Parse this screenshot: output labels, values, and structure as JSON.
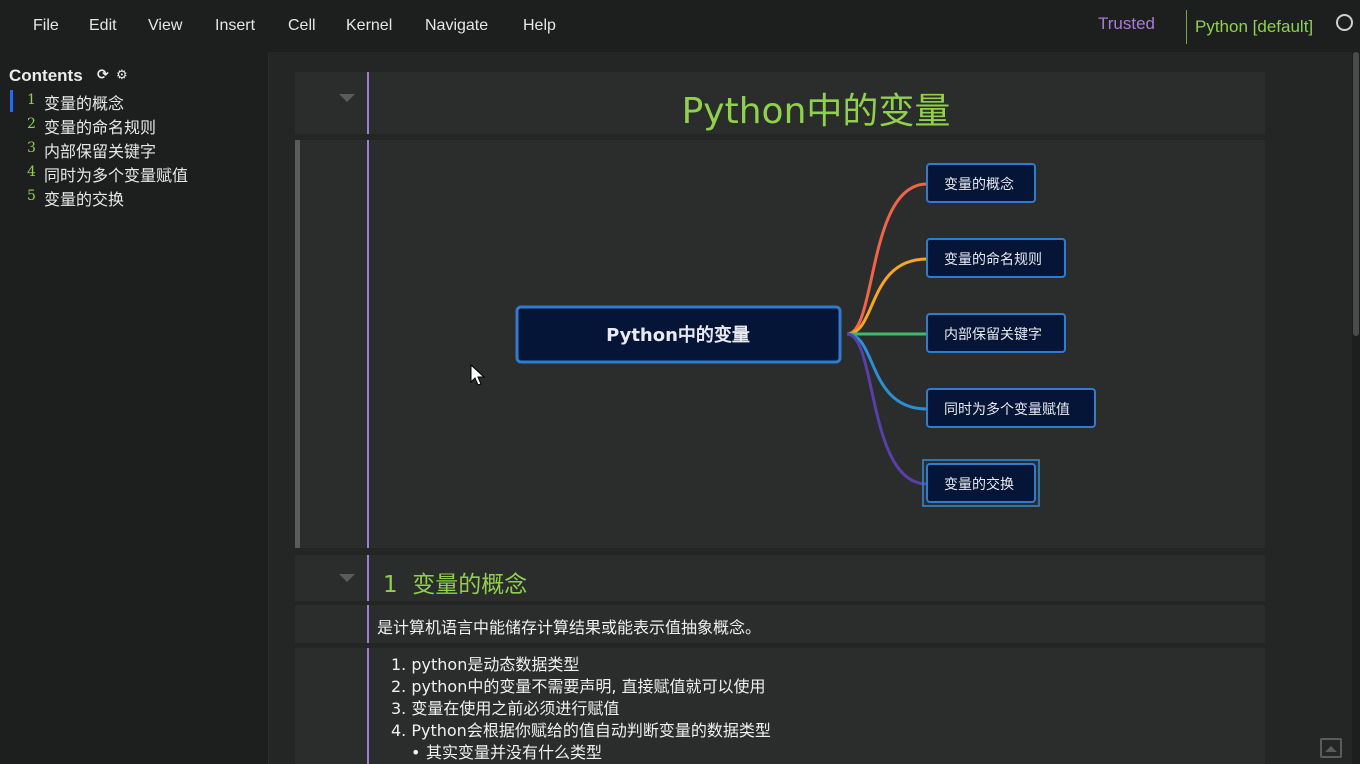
{
  "menubar": {
    "items": [
      "File",
      "Edit",
      "View",
      "Insert",
      "Cell",
      "Kernel",
      "Navigate",
      "Help"
    ],
    "trusted": "Trusted",
    "kernel": "Python [default]"
  },
  "toc": {
    "title": "Contents",
    "items": [
      {
        "num": "1",
        "label": "变量的概念"
      },
      {
        "num": "2",
        "label": "变量的命名规则"
      },
      {
        "num": "3",
        "label": "内部保留关键字"
      },
      {
        "num": "4",
        "label": "同时为多个变量赋值"
      },
      {
        "num": "5",
        "label": "变量的交换"
      }
    ]
  },
  "notebook": {
    "title": "Python中的变量",
    "mindmap": {
      "root": "Python中的变量",
      "children": [
        "变量的概念",
        "变量的命名规则",
        "内部保留关键字",
        "同时为多个变量赋值",
        "变量的交换"
      ],
      "colors": [
        "#f0644a",
        "#f5a623",
        "#3dbb6a",
        "#2b8fd6",
        "#5b3fa8"
      ]
    },
    "h1": {
      "num": "1",
      "text": "变量的概念"
    },
    "paragraph": "是计算机语言中能储存计算结果或能表示值抽象概念。",
    "list": [
      "python是动态数据类型",
      "python中的变量不需要声明, 直接赋值就可以使用",
      "变量在使用之前必须进行赋值",
      "Python会根据你赋给的值自动判断变量的数据类型"
    ],
    "sublist": [
      "其实变量并没有什么类型"
    ]
  }
}
